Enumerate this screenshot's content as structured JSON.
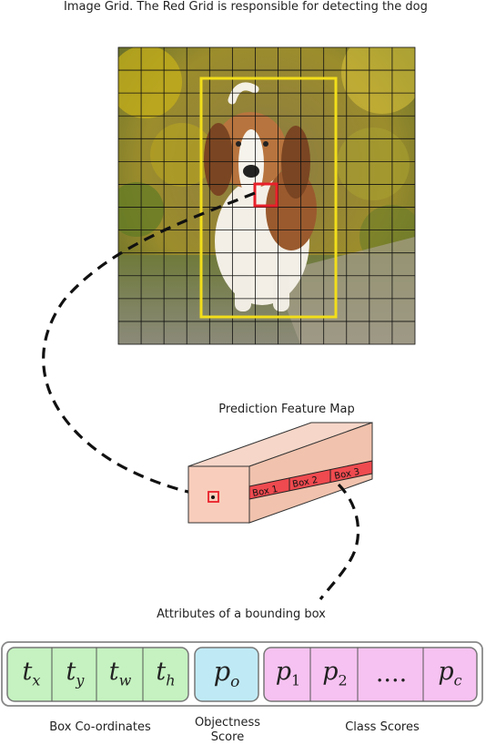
{
  "header": {
    "title": "Image Grid. The Red Grid is responsible for detecting the dog"
  },
  "feature_map": {
    "label": "Prediction Feature Map",
    "boxes": [
      "Box 1",
      "Box 2",
      "Box 3"
    ]
  },
  "attributes": {
    "label": "Attributes of a bounding box",
    "box_coords": {
      "cells": [
        "t",
        "t",
        "t",
        "t"
      ],
      "subs": [
        "x",
        "y",
        "w",
        "h"
      ],
      "label": "Box Co-ordinates"
    },
    "objectness": {
      "cell": "p",
      "sub": "o",
      "label_line1": "Objectness",
      "label_line2": "Score"
    },
    "class_scores": {
      "cells": [
        "p",
        "p",
        "....",
        "p"
      ],
      "subs": [
        "1",
        "2",
        "",
        "c"
      ],
      "label": "Class Scores"
    }
  },
  "colors": {
    "grid_highlight": "#e8202a",
    "dog_box": "#f2de1a",
    "coords_fill": "#c5f2c0",
    "objectness_fill": "#bfeaf5",
    "class_fill": "#f6c2f1",
    "cube_front": "#f9cdbb",
    "box_strip": "#ef4a4f"
  }
}
